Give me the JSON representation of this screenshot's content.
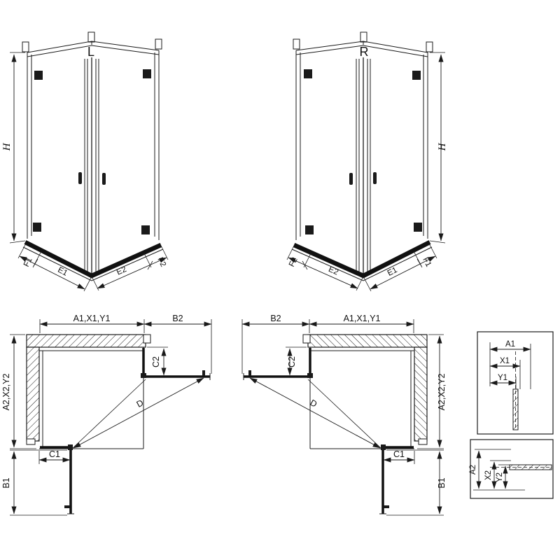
{
  "iso_left": {
    "label": "L",
    "dim_h": "H",
    "dim_f1": "F1",
    "dim_e1": "E1",
    "dim_e2": "E2",
    "dim_f2": "F2"
  },
  "iso_right": {
    "label": "R",
    "dim_h": "H",
    "dim_f1": "F1",
    "dim_e1": "E1",
    "dim_e2": "E2",
    "dim_f2": "F2"
  },
  "plan_left": {
    "dim_width": "A1,X1,Y1",
    "dim_b2": "B2",
    "dim_c2": "C2",
    "dim_depth": "A2,X2,Y2",
    "dim_c1": "C1",
    "dim_b1": "B1",
    "dim_d": "D"
  },
  "plan_right": {
    "dim_width": "A1,X1,Y1",
    "dim_b2": "B2",
    "dim_c2": "C2",
    "dim_depth": "A2,X2,Y2",
    "dim_c1": "C1",
    "dim_b1": "B1",
    "dim_d": "D"
  },
  "detail_top": {
    "dim_a1": "A1",
    "dim_x1": "X1",
    "dim_y1": "Y1"
  },
  "detail_bottom": {
    "dim_a2": "A2",
    "dim_x2": "X2",
    "dim_y2": "Y2"
  }
}
